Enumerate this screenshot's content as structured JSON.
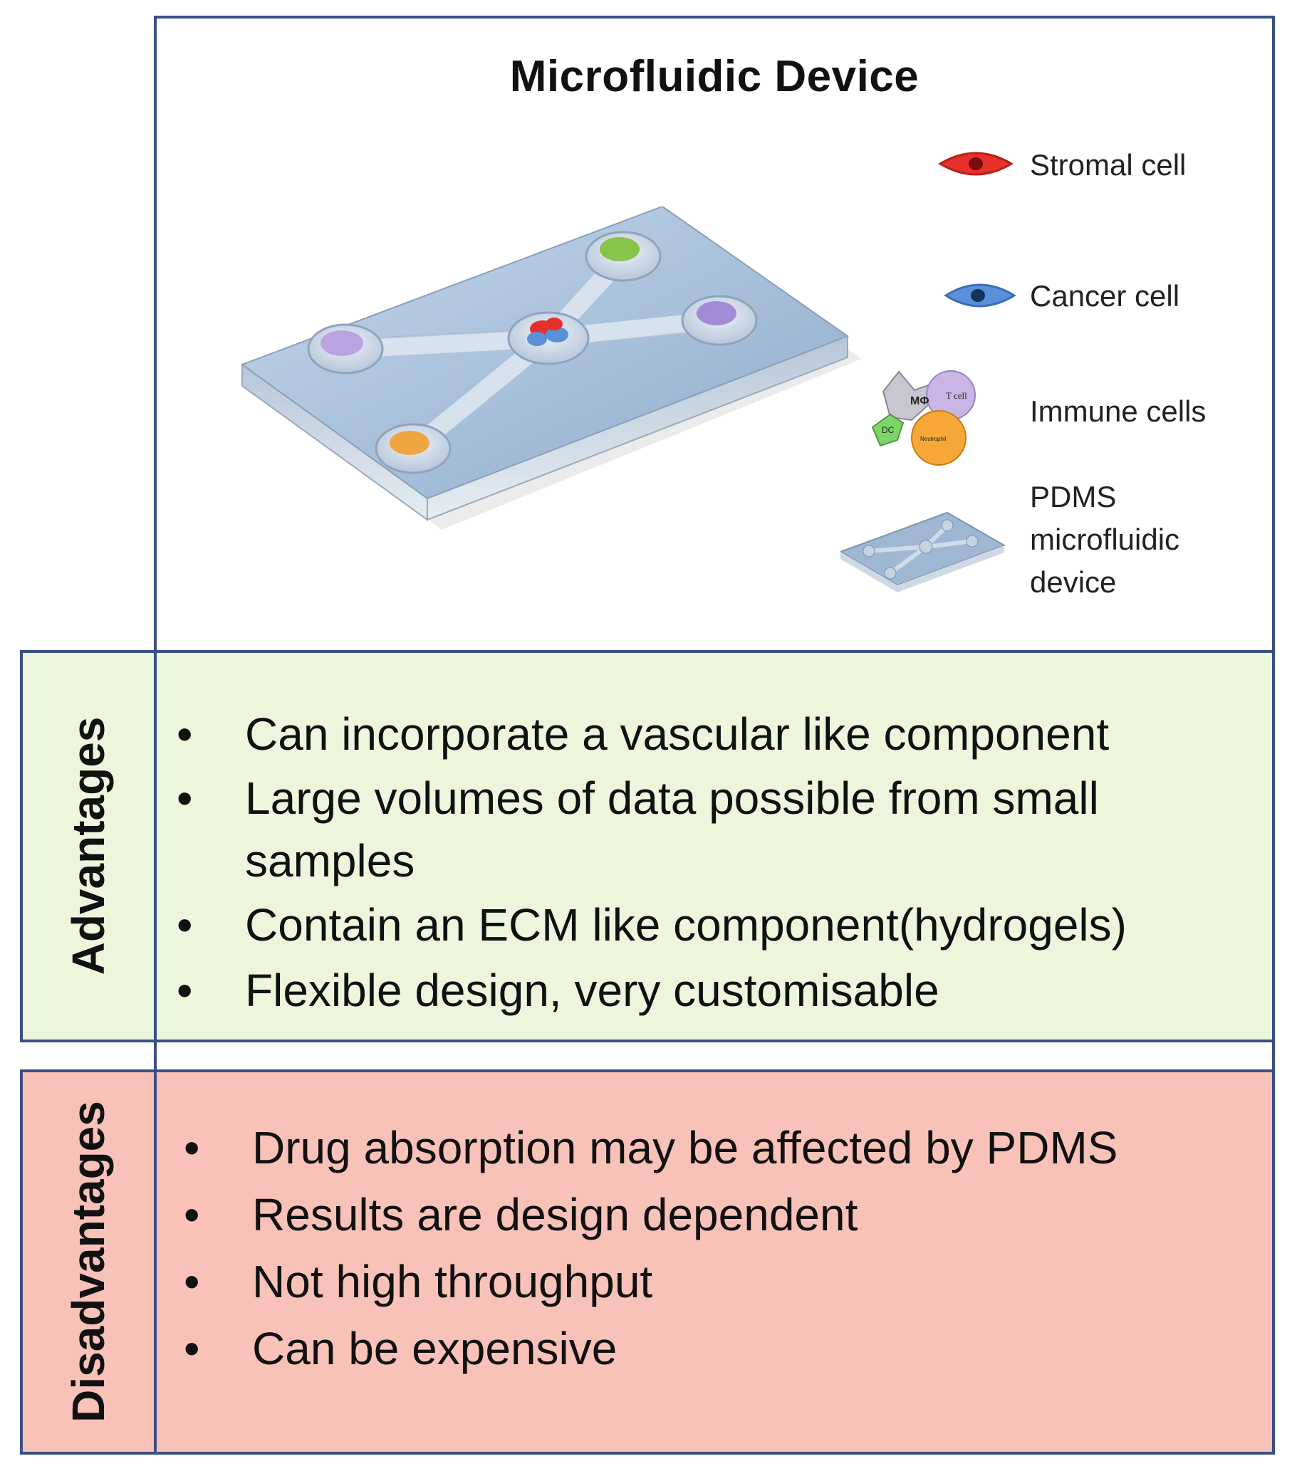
{
  "title": "Microfluidic Device",
  "legend": {
    "stromal": "Stromal cell",
    "cancer": "Cancer cell",
    "immune": "Immune cells",
    "pdms": [
      "PDMS",
      "microfluidic",
      "device"
    ],
    "immune_icon_labels": [
      "MΦ",
      "T cell",
      "DC",
      "Neutrophil"
    ]
  },
  "advantages": {
    "label": "Advantages",
    "items": [
      "Can incorporate a vascular like component",
      "Large volumes of data possible from small samples",
      "Contain an ECM like component(hydrogels)",
      "Flexible design, very customisable"
    ]
  },
  "disadvantages": {
    "label": "Disadvantages",
    "items": [
      "Drug absorption may be affected by PDMS",
      "Results are design dependent",
      "Not high throughput",
      "Can be expensive"
    ]
  },
  "colors": {
    "border": "#3a4f86",
    "advantages_bg": "#ecf6dd",
    "disadvantages_bg": "#f9c2b8",
    "stromal": "#e8302a",
    "cancer": "#5b8fd8",
    "device": "#9fb7d3"
  }
}
